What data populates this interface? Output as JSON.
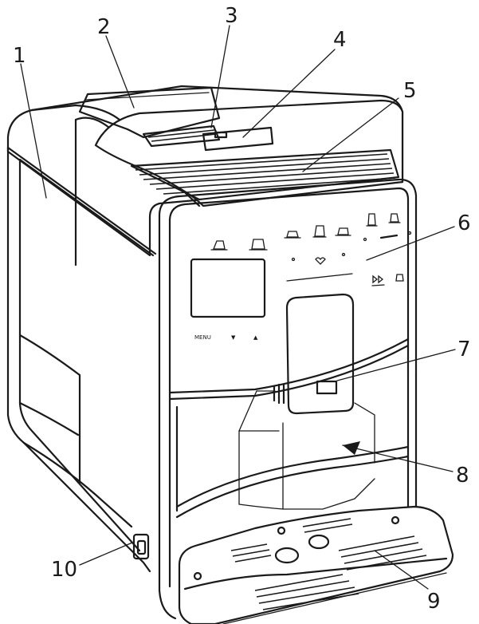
{
  "callouts": [
    {
      "number": "1"
    },
    {
      "number": "2"
    },
    {
      "number": "3"
    },
    {
      "number": "4"
    },
    {
      "number": "5"
    },
    {
      "number": "6"
    },
    {
      "number": "7"
    },
    {
      "number": "8"
    },
    {
      "number": "9"
    },
    {
      "number": "10"
    }
  ],
  "panel": {
    "menu_label": "MENU",
    "arrow_down": "▼",
    "arrow_up": "▲"
  }
}
